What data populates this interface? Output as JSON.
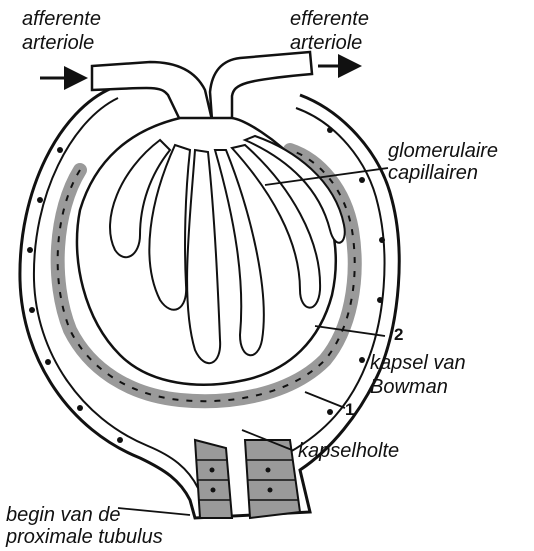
{
  "labels": {
    "afferent_line1": "afferente",
    "afferent_line2": "arteriole",
    "efferent_line1": "efferente",
    "efferent_line2": "arteriole",
    "glomerular_line1": "glomerulaire",
    "glomerular_line2": "capillairen",
    "number_2": "2",
    "capsule_line1": "kapsel van",
    "capsule_line2": "Bowman",
    "number_1": "1",
    "capsule_space": "kapselholte",
    "tubule_line1": "begin van de",
    "tubule_line2": "proximale tubulus"
  },
  "colors": {
    "ink": "#111111",
    "tissue_fill": "#9a9a9a",
    "paper": "#ffffff"
  }
}
